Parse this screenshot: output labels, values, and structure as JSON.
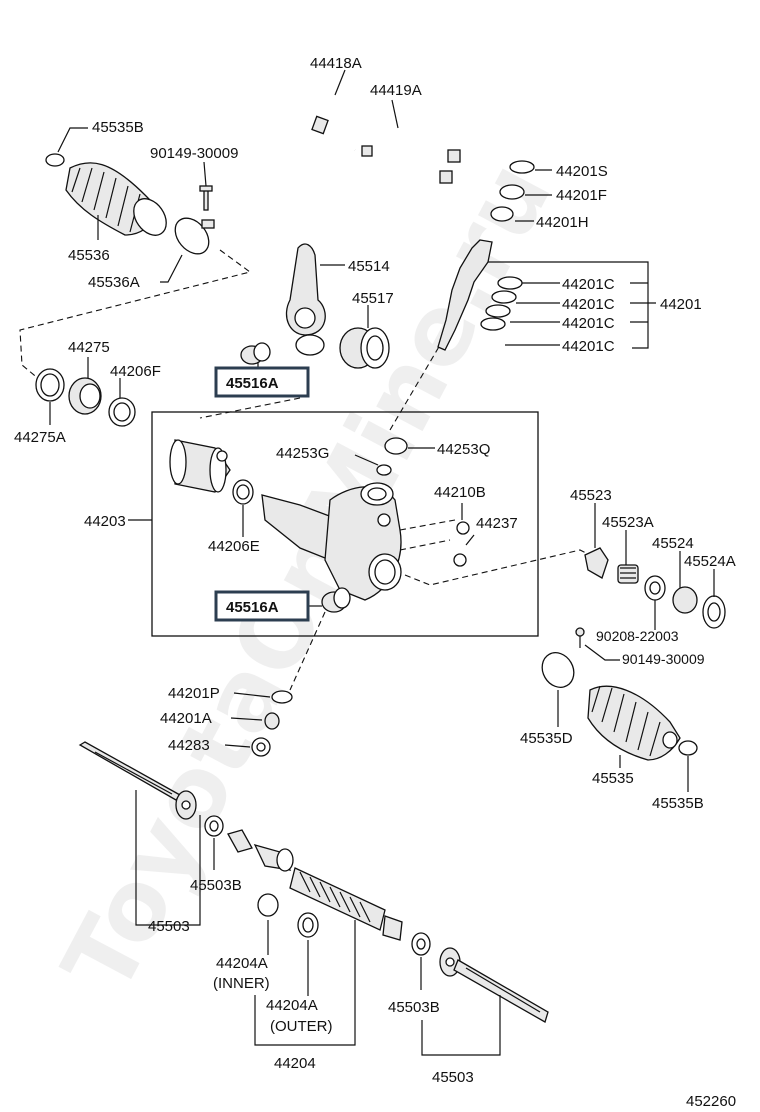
{
  "watermark": "ToyotaOnMine.ru",
  "diagram_id": "452260",
  "labels": {
    "p44418A": "44418A",
    "p44419A": "44419A",
    "p45535B_top": "45535B",
    "p90149_30009_top": "90149-30009",
    "p45536": "45536",
    "p45536A": "45536A",
    "p45514": "45514",
    "p45517": "45517",
    "p44201S": "44201S",
    "p44201F": "44201F",
    "p44201H": "44201H",
    "p44201C_1": "44201C",
    "p44201C_2": "44201C",
    "p44201C_3": "44201C",
    "p44201C_4": "44201C",
    "p44201": "44201",
    "p44275": "44275",
    "p44206F": "44206F",
    "p44275A": "44275A",
    "p45516A_top": "45516A",
    "p44253G": "44253G",
    "p44253Q": "44253Q",
    "p44203": "44203",
    "p44210B": "44210B",
    "p44237": "44237",
    "p44206E": "44206E",
    "p45516A_bottom": "45516A",
    "p45523": "45523",
    "p45523A": "45523A",
    "p45524": "45524",
    "p45524A": "45524A",
    "p90208_22003": "90208-22003",
    "p90149_30009_bottom": "90149-30009",
    "p44201P": "44201P",
    "p44201A": "44201A",
    "p44283": "44283",
    "p45535D": "45535D",
    "p45535": "45535",
    "p45535B_bottom": "45535B",
    "p45503B_left": "45503B",
    "p45503_left": "45503",
    "p44204A_inner": "44204A",
    "p44204A_inner_note": "(INNER)",
    "p44204A_outer": "44204A",
    "p44204A_outer_note": "(OUTER)",
    "p44204": "44204",
    "p45503B_right": "45503B",
    "p45503_right": "45503"
  }
}
